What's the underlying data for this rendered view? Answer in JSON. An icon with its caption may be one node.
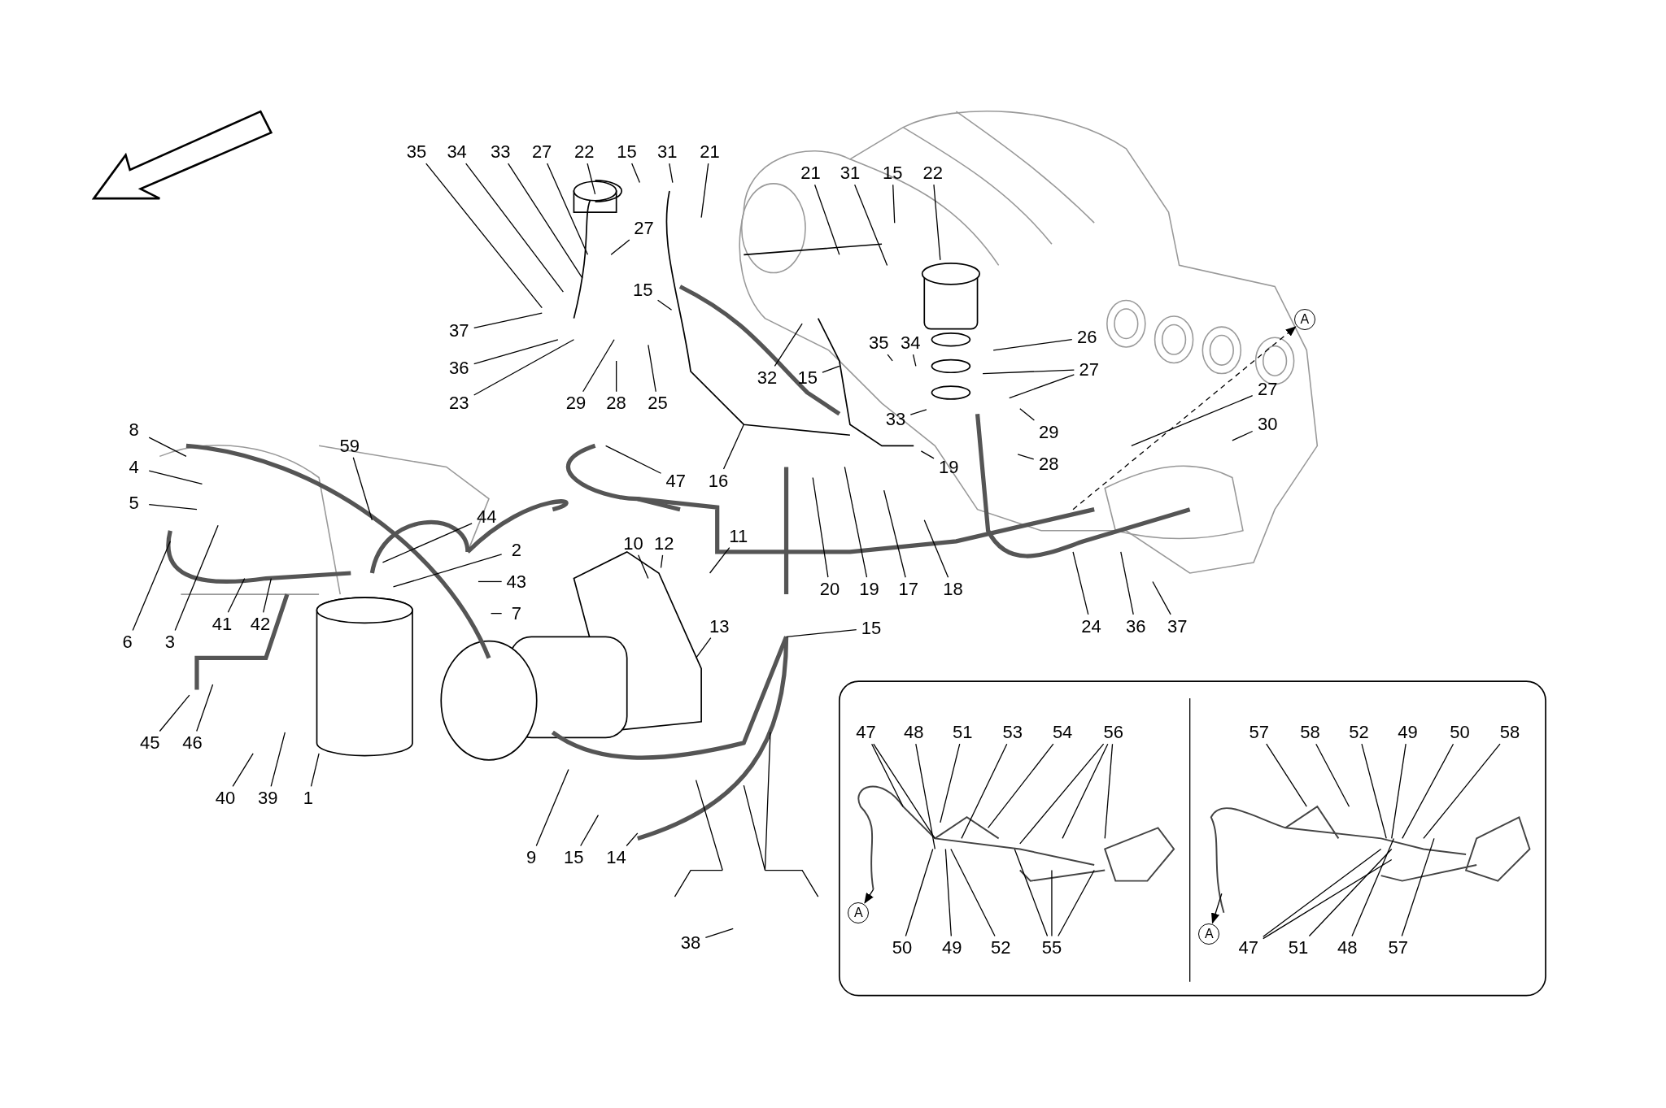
{
  "diagram": {
    "nodes": [
      {
        "text": [
          "35"
        ]
      },
      {
        "text": [
          "34"
        ]
      },
      {
        "text": [
          "33"
        ]
      },
      {
        "text": [
          "27"
        ]
      },
      {
        "text": [
          "22"
        ]
      },
      {
        "text": [
          "15"
        ]
      },
      {
        "text": [
          "31"
        ]
      },
      {
        "text": [
          "21"
        ]
      },
      {
        "text": [
          "27"
        ]
      },
      {
        "text": [
          "15"
        ]
      },
      {
        "text": [
          "37"
        ]
      },
      {
        "text": [
          "36"
        ]
      },
      {
        "text": [
          "23"
        ]
      },
      {
        "text": [
          "29"
        ]
      },
      {
        "text": [
          "28"
        ]
      },
      {
        "text": [
          "25"
        ]
      },
      {
        "text": [
          "21"
        ]
      },
      {
        "text": [
          "31"
        ]
      },
      {
        "text": [
          "15"
        ]
      },
      {
        "text": [
          "22"
        ]
      },
      {
        "text": [
          "35"
        ]
      },
      {
        "text": [
          "34"
        ]
      },
      {
        "text": [
          "15"
        ]
      },
      {
        "text": [
          "32"
        ]
      },
      {
        "text": [
          "26"
        ]
      },
      {
        "text": [
          "27"
        ]
      },
      {
        "text": [
          "33"
        ]
      },
      {
        "text": [
          "27"
        ]
      },
      {
        "text": [
          "30"
        ]
      },
      {
        "text": [
          "29"
        ]
      },
      {
        "text": [
          "28"
        ]
      },
      {
        "text": [
          "19"
        ]
      },
      {
        "text": [
          "16"
        ]
      },
      {
        "text": [
          "47"
        ]
      },
      {
        "text": [
          "18"
        ]
      },
      {
        "text": [
          "17"
        ]
      },
      {
        "text": [
          "19"
        ]
      },
      {
        "text": [
          "20"
        ]
      },
      {
        "text": [
          "24"
        ]
      },
      {
        "text": [
          "36"
        ]
      },
      {
        "text": [
          "37"
        ]
      },
      {
        "text": [
          "8"
        ]
      },
      {
        "text": [
          "4"
        ]
      },
      {
        "text": [
          "5"
        ]
      },
      {
        "text": [
          "59"
        ]
      },
      {
        "text": [
          "44"
        ]
      },
      {
        "text": [
          "2"
        ]
      },
      {
        "text": [
          "43"
        ]
      },
      {
        "text": [
          "7"
        ]
      },
      {
        "text": [
          "6"
        ]
      },
      {
        "text": [
          "3"
        ]
      },
      {
        "text": [
          "41"
        ]
      },
      {
        "text": [
          "42"
        ]
      },
      {
        "text": [
          "45"
        ]
      },
      {
        "text": [
          "46"
        ]
      },
      {
        "text": [
          "40"
        ]
      },
      {
        "text": [
          "39"
        ]
      },
      {
        "text": [
          "1"
        ]
      },
      {
        "text": [
          "10"
        ]
      },
      {
        "text": [
          "12"
        ]
      },
      {
        "text": [
          "11"
        ]
      },
      {
        "text": [
          "13"
        ]
      },
      {
        "text": [
          "15"
        ]
      },
      {
        "text": [
          "9"
        ]
      },
      {
        "text": [
          "15"
        ]
      },
      {
        "text": [
          "14"
        ]
      },
      {
        "text": [
          "38"
        ]
      },
      {
        "text": [
          "47"
        ]
      },
      {
        "text": [
          "48"
        ]
      },
      {
        "text": [
          "51"
        ]
      },
      {
        "text": [
          "53"
        ]
      },
      {
        "text": [
          "54"
        ]
      },
      {
        "text": [
          "56"
        ]
      },
      {
        "text": [
          "50"
        ]
      },
      {
        "text": [
          "49"
        ]
      },
      {
        "text": [
          "52"
        ]
      },
      {
        "text": [
          "55"
        ]
      },
      {
        "text": [
          "57"
        ]
      },
      {
        "text": [
          "58"
        ]
      },
      {
        "text": [
          "52"
        ]
      },
      {
        "text": [
          "49"
        ]
      },
      {
        "text": [
          "50"
        ]
      },
      {
        "text": [
          "58"
        ]
      },
      {
        "text": [
          "47"
        ]
      },
      {
        "text": [
          "51"
        ]
      },
      {
        "text": [
          "48"
        ]
      },
      {
        "text": [
          "57"
        ]
      },
      {
        "text": [
          "A"
        ]
      },
      {
        "text": [
          "A"
        ]
      },
      {
        "text": [
          "A"
        ]
      }
    ],
    "edges": [
      {
        "from": 0,
        "to": null,
        "arrow": "none"
      },
      {
        "from": 1,
        "to": null,
        "arrow": "none"
      },
      {
        "from": 2,
        "to": null,
        "arrow": "none"
      },
      {
        "from": 3,
        "to": null,
        "arrow": "none"
      },
      {
        "from": 4,
        "to": null,
        "arrow": "none"
      },
      {
        "from": 5,
        "to": null,
        "arrow": "none"
      },
      {
        "from": 6,
        "to": null,
        "arrow": "none"
      },
      {
        "from": 7,
        "to": null,
        "arrow": "none"
      },
      {
        "from": 8,
        "to": null,
        "arrow": "none"
      },
      {
        "from": 9,
        "to": null,
        "arrow": "none"
      },
      {
        "from": 10,
        "to": null,
        "arrow": "none"
      },
      {
        "from": 11,
        "to": null,
        "arrow": "none"
      },
      {
        "from": 12,
        "to": null,
        "arrow": "none"
      },
      {
        "from": 13,
        "to": null,
        "arrow": "none"
      },
      {
        "from": 14,
        "to": null,
        "arrow": "none"
      },
      {
        "from": 15,
        "to": null,
        "arrow": "none"
      },
      {
        "from": 16,
        "to": null,
        "arrow": "none"
      },
      {
        "from": 17,
        "to": null,
        "arrow": "none"
      },
      {
        "from": 18,
        "to": null,
        "arrow": "none"
      },
      {
        "from": 19,
        "to": null,
        "arrow": "none"
      },
      {
        "from": 20,
        "to": null,
        "arrow": "none"
      },
      {
        "from": 21,
        "to": null,
        "arrow": "none"
      },
      {
        "from": 22,
        "to": null,
        "arrow": "none"
      },
      {
        "from": 23,
        "to": null,
        "arrow": "none"
      },
      {
        "from": 24,
        "to": null,
        "arrow": "none"
      },
      {
        "from": 25,
        "to": null,
        "arrow": "none"
      },
      {
        "from": 25,
        "to": null,
        "arrow": "none"
      },
      {
        "from": 26,
        "to": null,
        "arrow": "none"
      },
      {
        "from": 27,
        "to": null,
        "arrow": "none"
      },
      {
        "from": 28,
        "to": null,
        "arrow": "none"
      },
      {
        "from": 29,
        "to": null,
        "arrow": "none"
      },
      {
        "from": 30,
        "to": null,
        "arrow": "none"
      },
      {
        "from": 31,
        "to": null,
        "arrow": "none"
      },
      {
        "from": 32,
        "to": null,
        "arrow": "none"
      },
      {
        "from": 33,
        "to": null,
        "arrow": "none"
      },
      {
        "from": 34,
        "to": null,
        "arrow": "none"
      },
      {
        "from": 35,
        "to": null,
        "arrow": "none"
      },
      {
        "from": 36,
        "to": null,
        "arrow": "none"
      },
      {
        "from": 37,
        "to": null,
        "arrow": "none"
      },
      {
        "from": 38,
        "to": null,
        "arrow": "none"
      },
      {
        "from": 39,
        "to": null,
        "arrow": "none"
      },
      {
        "from": 40,
        "to": null,
        "arrow": "none"
      },
      {
        "from": 41,
        "to": null,
        "arrow": "none"
      },
      {
        "from": 42,
        "to": null,
        "arrow": "none"
      },
      {
        "from": 43,
        "to": null,
        "arrow": "none"
      },
      {
        "from": 44,
        "to": null,
        "arrow": "none"
      },
      {
        "from": 45,
        "to": null,
        "arrow": "none"
      },
      {
        "from": 46,
        "to": null,
        "arrow": "none"
      },
      {
        "from": 47,
        "to": null,
        "arrow": "none"
      },
      {
        "from": 48,
        "to": null,
        "arrow": "none"
      },
      {
        "from": 49,
        "to": null,
        "arrow": "none"
      },
      {
        "from": 50,
        "to": null,
        "arrow": "none"
      },
      {
        "from": 51,
        "to": null,
        "arrow": "none"
      },
      {
        "from": 52,
        "to": null,
        "arrow": "none"
      },
      {
        "from": 53,
        "to": null,
        "arrow": "none"
      },
      {
        "from": 54,
        "to": null,
        "arrow": "none"
      },
      {
        "from": 55,
        "to": null,
        "arrow": "none"
      },
      {
        "from": 56,
        "to": null,
        "arrow": "none"
      },
      {
        "from": 57,
        "to": null,
        "arrow": "none"
      },
      {
        "from": 58,
        "to": null,
        "arrow": "none"
      },
      {
        "from": 59,
        "to": null,
        "arrow": "none"
      },
      {
        "from": 60,
        "to": null,
        "arrow": "none"
      },
      {
        "from": 61,
        "to": null,
        "arrow": "none"
      },
      {
        "from": 62,
        "to": null,
        "arrow": "none"
      },
      {
        "from": 63,
        "to": null,
        "arrow": "none"
      },
      {
        "from": 64,
        "to": null,
        "arrow": "none"
      },
      {
        "from": 65,
        "to": null,
        "arrow": "none"
      },
      {
        "from": 66,
        "to": null,
        "arrow": "none"
      },
      {
        "from": 67,
        "to": null,
        "arrow": "none"
      },
      {
        "from": 67,
        "to": null,
        "arrow": "none"
      },
      {
        "from": 68,
        "to": null,
        "arrow": "none"
      },
      {
        "from": 69,
        "to": null,
        "arrow": "none"
      },
      {
        "from": 70,
        "to": null,
        "arrow": "none"
      },
      {
        "from": 71,
        "to": null,
        "arrow": "none"
      },
      {
        "from": 72,
        "to": null,
        "arrow": "none"
      },
      {
        "from": 72,
        "to": null,
        "arrow": "none"
      },
      {
        "from": 72,
        "to": null,
        "arrow": "none"
      },
      {
        "from": 73,
        "to": null,
        "arrow": "none"
      },
      {
        "from": 74,
        "to": null,
        "arrow": "none"
      },
      {
        "from": 75,
        "to": null,
        "arrow": "none"
      },
      {
        "from": 76,
        "to": null,
        "arrow": "none"
      },
      {
        "from": 76,
        "to": null,
        "arrow": "none"
      },
      {
        "from": 76,
        "to": null,
        "arrow": "none"
      },
      {
        "from": 77,
        "to": null,
        "arrow": "none"
      },
      {
        "from": 78,
        "to": null,
        "arrow": "none"
      },
      {
        "from": 79,
        "to": null,
        "arrow": "none"
      },
      {
        "from": 80,
        "to": null,
        "arrow": "none"
      },
      {
        "from": 81,
        "to": null,
        "arrow": "none"
      },
      {
        "from": 82,
        "to": null,
        "arrow": "none"
      },
      {
        "from": 83,
        "to": null,
        "arrow": "none"
      },
      {
        "from": 83,
        "to": null,
        "arrow": "none"
      },
      {
        "from": 84,
        "to": null,
        "arrow": "none"
      },
      {
        "from": 85,
        "to": null,
        "arrow": "none"
      },
      {
        "from": 86,
        "to": null,
        "arrow": "none"
      },
      {
        "from": null,
        "to": 87,
        "arrow": "to",
        "style": "dashed"
      },
      {
        "from": null,
        "to": 88,
        "arrow": "to"
      },
      {
        "from": null,
        "to": 89,
        "arrow": "to"
      }
    ]
  }
}
